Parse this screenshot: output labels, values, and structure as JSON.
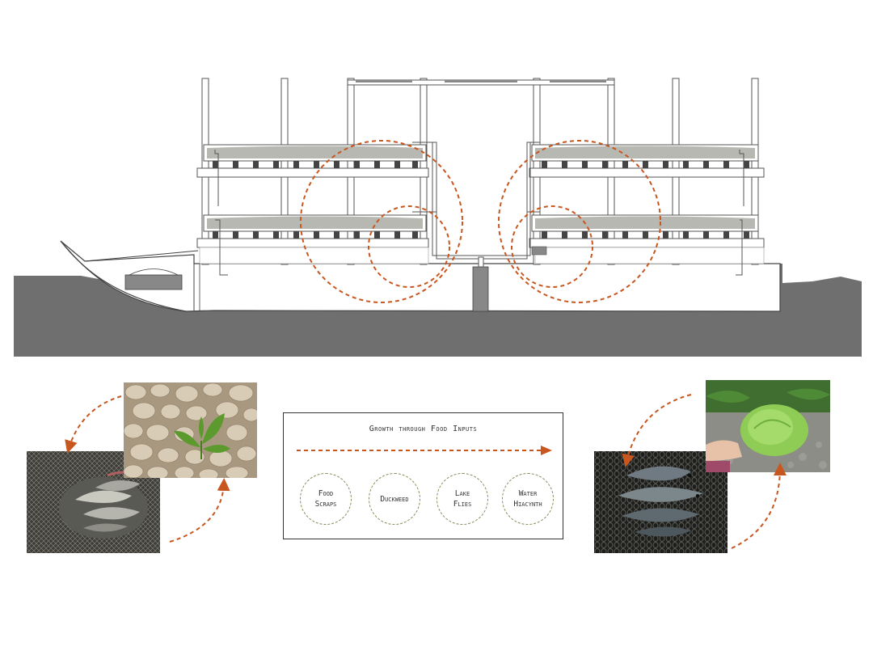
{
  "legend": {
    "title": "Growth through Food Inputs",
    "inputs": [
      {
        "label": "Food\nScraps"
      },
      {
        "label": "Duckweed"
      },
      {
        "label": "Lake\nFlies"
      },
      {
        "label": "Water\nHiacynth"
      }
    ]
  },
  "colors": {
    "accent": "#c8561f",
    "water": "#6f6f6f",
    "structure": "#555555",
    "soil": "#9a9a94"
  },
  "photos": [
    {
      "name": "pebbles-seedling-photo"
    },
    {
      "name": "fish-net-photo"
    },
    {
      "name": "lettuce-plant-photo"
    },
    {
      "name": "tilapia-basket-photo"
    }
  ]
}
